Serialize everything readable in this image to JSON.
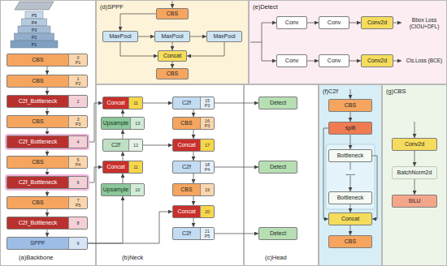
{
  "diagram": {
    "nodes": [
      {
        "text": [
          "(a)Backbone"
        ]
      },
      {
        "text": [
          "CBS",
          "0",
          "P1"
        ],
        "in": 0
      },
      {
        "text": [
          "CBS",
          "1",
          "P2"
        ],
        "in": 0
      },
      {
        "text": [
          "C2f_Bottleneck",
          "2"
        ],
        "in": 0
      },
      {
        "text": [
          "CBS",
          "3",
          "P3"
        ],
        "in": 0
      },
      {
        "text": [
          "C2f_Bottleneck",
          "4"
        ],
        "in": 0
      },
      {
        "text": [
          "CBS",
          "5",
          "P4"
        ],
        "in": 0
      },
      {
        "text": [
          "C2f_Bottleneck",
          "6"
        ],
        "in": 0
      },
      {
        "text": [
          "CBS",
          "7",
          "P5"
        ],
        "in": 0
      },
      {
        "text": [
          "C2f_Bottleneck",
          "8"
        ],
        "in": 0
      },
      {
        "text": [
          "SPPF",
          "9"
        ],
        "in": 0
      },
      {
        "text": [
          "(d)SPPF"
        ]
      },
      {
        "text": [
          "CBS"
        ],
        "in": 11
      },
      {
        "text": [
          "MaxPool"
        ],
        "in": 11
      },
      {
        "text": [
          "MaxPool"
        ],
        "in": 11
      },
      {
        "text": [
          "MaxPool"
        ],
        "in": 11
      },
      {
        "text": [
          "Concat"
        ],
        "in": 11
      },
      {
        "text": [
          "CBS"
        ],
        "in": 11
      },
      {
        "text": [
          "(e)Detect"
        ]
      },
      {
        "text": [
          "Conv"
        ],
        "in": 18
      },
      {
        "text": [
          "Conv"
        ],
        "in": 18
      },
      {
        "text": [
          "Conv2d"
        ],
        "in": 18
      },
      {
        "text": [
          "Conv"
        ],
        "in": 18
      },
      {
        "text": [
          "Conv"
        ],
        "in": 18
      },
      {
        "text": [
          "Conv2d"
        ],
        "in": 18
      },
      {
        "text": [
          "(b)Neck"
        ]
      },
      {
        "text": [
          "Concat",
          "11"
        ],
        "in": 25
      },
      {
        "text": [
          "Upsample",
          "13"
        ],
        "in": 25
      },
      {
        "text": [
          "C2f",
          "12"
        ],
        "in": 25
      },
      {
        "text": [
          "Concat",
          "11"
        ],
        "in": 25
      },
      {
        "text": [
          "Upsample",
          "10"
        ],
        "in": 25
      },
      {
        "text": [
          "C2f",
          "15",
          "P3"
        ],
        "in": 25
      },
      {
        "text": [
          "CBS",
          "16",
          "P3"
        ],
        "in": 25
      },
      {
        "text": [
          "Concat",
          "17"
        ],
        "in": 25
      },
      {
        "text": [
          "C2f",
          "18",
          "P4"
        ],
        "in": 25
      },
      {
        "text": [
          "CBS",
          "19"
        ],
        "in": 25
      },
      {
        "text": [
          "Concat",
          "20"
        ],
        "in": 25
      },
      {
        "text": [
          "C2f",
          "21",
          "P5"
        ],
        "in": 25
      },
      {
        "text": [
          "(c)Head"
        ]
      },
      {
        "text": [
          "Detect"
        ],
        "in": 38
      },
      {
        "text": [
          "Detect"
        ],
        "in": 38
      },
      {
        "text": [
          "Detect"
        ],
        "in": 38
      },
      {
        "text": [
          "(f)C2f"
        ]
      },
      {
        "text": [
          "CBS"
        ],
        "in": 42
      },
      {
        "text": [
          "split"
        ],
        "in": 42
      },
      {
        "text": [
          "Bottleneck"
        ],
        "in": 42
      },
      {
        "text": [
          "Bottleneck"
        ],
        "in": 42
      },
      {
        "text": [
          "Concat"
        ],
        "in": 42
      },
      {
        "text": [
          "CBS"
        ],
        "in": 42
      },
      {
        "text": [
          "(g)CBS"
        ]
      },
      {
        "text": [
          "Conv2d"
        ],
        "in": 49
      },
      {
        "text": [
          "BatchNorm2d"
        ],
        "in": 49
      },
      {
        "text": [
          "SiLU"
        ],
        "in": 49
      }
    ],
    "edges": [
      {
        "from": 1,
        "to": 2,
        "arrow": "to"
      },
      {
        "from": 2,
        "to": 3,
        "arrow": "to"
      },
      {
        "from": 3,
        "to": 4,
        "arrow": "to"
      },
      {
        "from": 4,
        "to": 5,
        "arrow": "to"
      },
      {
        "from": 5,
        "to": 6,
        "arrow": "to"
      },
      {
        "from": 6,
        "to": 7,
        "arrow": "to"
      },
      {
        "from": 7,
        "to": 8,
        "arrow": "to"
      },
      {
        "from": 8,
        "to": 9,
        "arrow": "to"
      },
      {
        "from": 9,
        "to": 10,
        "arrow": "to"
      },
      {
        "from": 12,
        "to": 13,
        "arrow": "to"
      },
      {
        "from": 13,
        "to": 14,
        "arrow": "to"
      },
      {
        "from": 14,
        "to": 15,
        "arrow": "to"
      },
      {
        "from": 13,
        "to": 16,
        "arrow": "to"
      },
      {
        "from": 14,
        "to": 16,
        "arrow": "to"
      },
      {
        "from": 15,
        "to": 16,
        "arrow": "to"
      },
      {
        "from": 16,
        "to": 17,
        "arrow": "to"
      },
      {
        "from": 19,
        "to": 20,
        "arrow": "to"
      },
      {
        "from": 20,
        "to": 21,
        "arrow": "to"
      },
      {
        "from": 22,
        "to": 23,
        "arrow": "to"
      },
      {
        "from": 23,
        "to": 24,
        "arrow": "to"
      },
      {
        "from": 10,
        "to": 30,
        "arrow": "to"
      },
      {
        "from": 10,
        "to": 36,
        "arrow": "to"
      },
      {
        "from": 30,
        "to": 29,
        "arrow": "to"
      },
      {
        "from": 29,
        "to": 28,
        "arrow": "to"
      },
      {
        "from": 28,
        "to": 27,
        "arrow": "to"
      },
      {
        "from": 27,
        "to": 26,
        "arrow": "to"
      },
      {
        "from": 5,
        "to": 26,
        "arrow": "to"
      },
      {
        "from": 7,
        "to": 29,
        "arrow": "to"
      },
      {
        "from": 26,
        "to": 31,
        "arrow": "to"
      },
      {
        "from": 28,
        "to": 33,
        "arrow": "to"
      },
      {
        "from": 31,
        "to": 32,
        "arrow": "to"
      },
      {
        "from": 32,
        "to": 33,
        "arrow": "to"
      },
      {
        "from": 33,
        "to": 34,
        "arrow": "to"
      },
      {
        "from": 34,
        "to": 35,
        "arrow": "to"
      },
      {
        "from": 35,
        "to": 36,
        "arrow": "to"
      },
      {
        "from": 36,
        "to": 37,
        "arrow": "to"
      },
      {
        "from": 31,
        "to": 39,
        "arrow": "to"
      },
      {
        "from": 34,
        "to": 40,
        "arrow": "to"
      },
      {
        "from": 37,
        "to": 41,
        "arrow": "to"
      },
      {
        "from": 43,
        "to": 44,
        "arrow": "to"
      },
      {
        "from": 44,
        "to": 45,
        "arrow": "to"
      },
      {
        "from": 45,
        "to": 46,
        "arrow": "to"
      },
      {
        "from": 44,
        "to": 47,
        "arrow": "to"
      },
      {
        "from": 45,
        "to": 47,
        "arrow": "to"
      },
      {
        "from": 46,
        "to": 47,
        "arrow": "to"
      },
      {
        "from": 47,
        "to": 48,
        "arrow": "to"
      },
      {
        "from": 50,
        "to": 51,
        "arrow": "to"
      },
      {
        "from": 51,
        "to": 52,
        "arrow": "to"
      }
    ],
    "labels": [
      "P5",
      "P4",
      "P3",
      "P2",
      "P1",
      "Bbox Loss (CIOU+DFL)",
      "Cls.Loss (BCE)",
      "......"
    ]
  }
}
